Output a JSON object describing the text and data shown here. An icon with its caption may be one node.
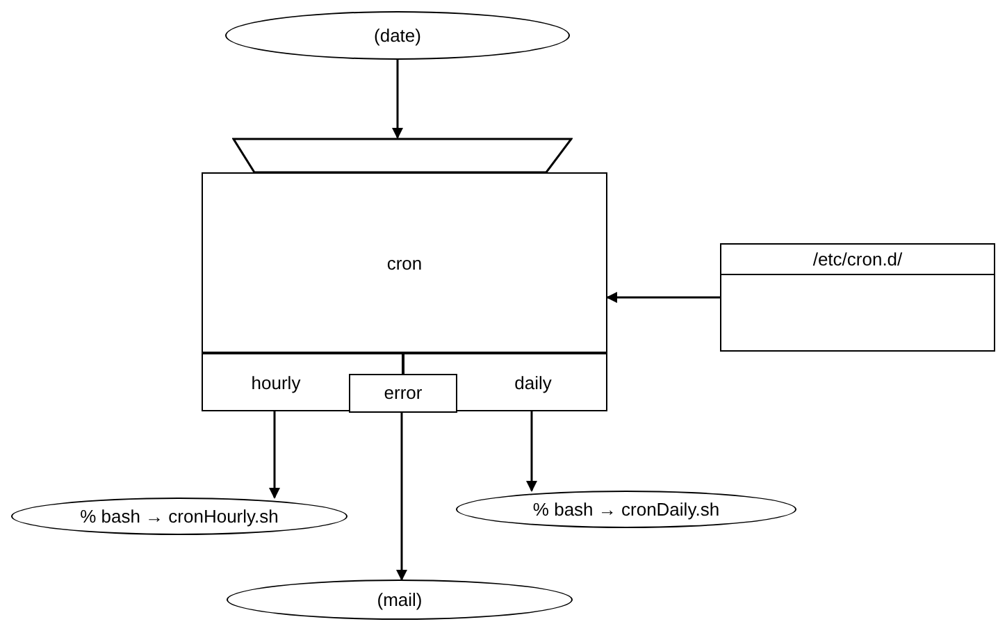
{
  "diagram": {
    "nodes": [
      {
        "text": [
          "(date)"
        ]
      },
      {
        "text": [],
        "shape": "trapezoid"
      },
      {
        "text": [
          "cron"
        ]
      },
      {
        "text": [
          "hourly"
        ],
        "in": 2
      },
      {
        "text": [
          "error"
        ],
        "in": 2
      },
      {
        "text": [
          "daily"
        ],
        "in": 2
      },
      {
        "text": [
          "/etc/cron.d/"
        ]
      },
      {
        "text": [
          "% bash → cronHourly.sh"
        ]
      },
      {
        "text": [
          "% bash → cronDaily.sh"
        ]
      },
      {
        "text": [
          "(mail)"
        ]
      }
    ],
    "edges": [
      {
        "from": 0,
        "to": 1,
        "arrow": "to"
      },
      {
        "from": 6,
        "to": 2,
        "arrow": "to"
      },
      {
        "from": 3,
        "to": 7,
        "arrow": "to"
      },
      {
        "from": 5,
        "to": 8,
        "arrow": "to"
      },
      {
        "from": 4,
        "to": 9,
        "arrow": "to"
      }
    ]
  }
}
